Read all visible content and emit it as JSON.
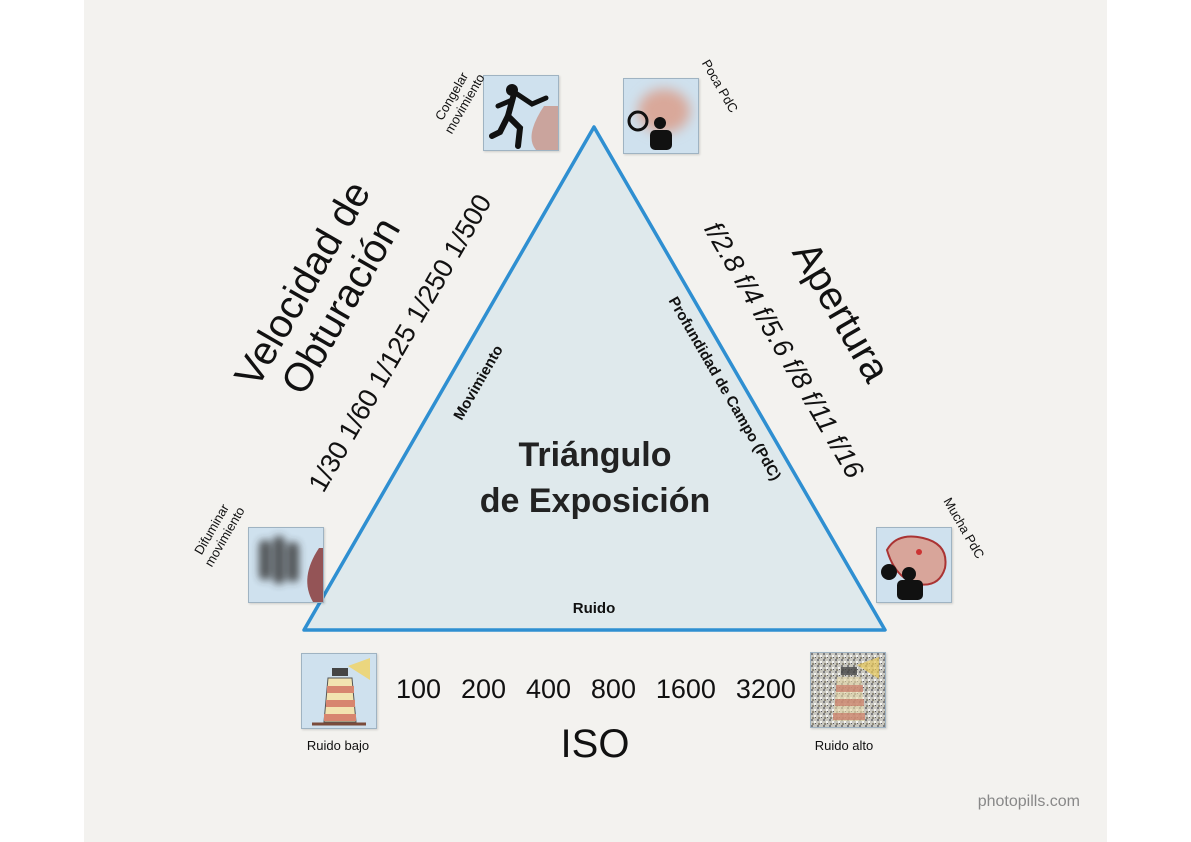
{
  "center_title": {
    "line1": "Triángulo",
    "line2": "de Exposición"
  },
  "edges": {
    "left": "Movimiento",
    "right": "Profundidad de Campo (PdC)",
    "bottom": "Ruido"
  },
  "shutter": {
    "title_line1": "Velocidad de",
    "title_line2": "Obturación",
    "values": [
      "1/30",
      "1/60",
      "1/125",
      "1/250",
      "1/500"
    ],
    "caption_slow": [
      "Difuminar",
      "movimiento"
    ],
    "caption_fast": [
      "Congelar",
      "movimiento"
    ]
  },
  "aperture": {
    "title": "Apertura",
    "values": [
      "f/2.8",
      "f/4",
      "f/5.6",
      "f/8",
      "f/11",
      "f/16"
    ],
    "caption_wide": "Poca PdC",
    "caption_narrow": "Mucha PdC"
  },
  "iso": {
    "title": "ISO",
    "values": [
      "100",
      "200",
      "400",
      "800",
      "1600",
      "3200"
    ],
    "caption_low": "Ruido bajo",
    "caption_high": "Ruido alto"
  },
  "watermark": "photopills.com",
  "colors": {
    "triangle_fill": "#dfe9ec",
    "triangle_stroke": "#2f8fd1",
    "background": "#f3f2ef"
  }
}
